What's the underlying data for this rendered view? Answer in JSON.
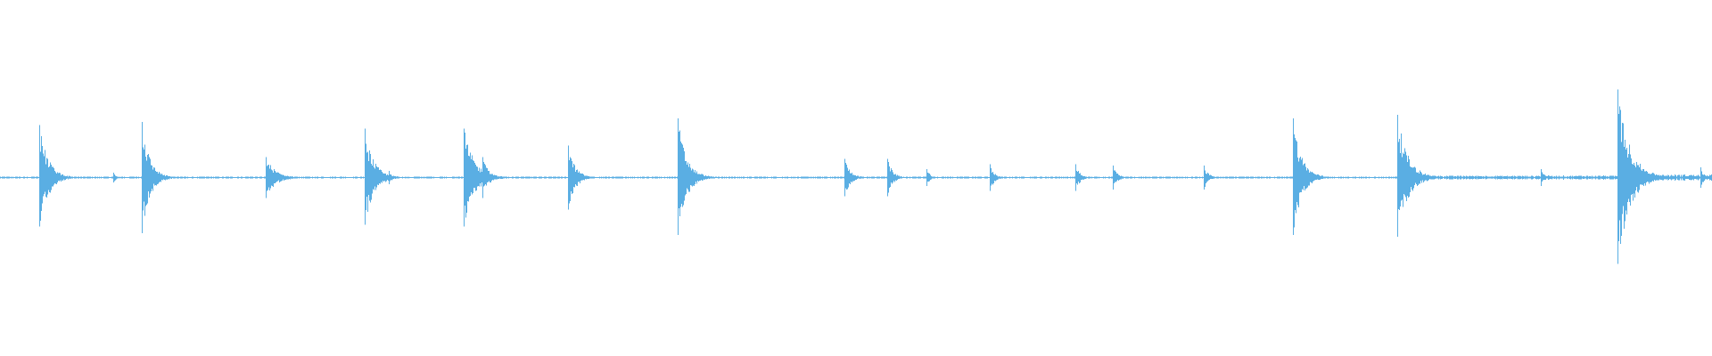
{
  "waveform": {
    "kind": "audio-waveform",
    "color": "#5aaee3",
    "background": "#ffffff",
    "baseline_amplitude": 0.006,
    "transients": [
      {
        "t": 0.023,
        "peak_up": 0.31,
        "peak_down": 0.29,
        "decay": 0.005
      },
      {
        "t": 0.029,
        "peak_up": 0.09,
        "peak_down": 0.09,
        "decay": 0.003
      },
      {
        "t": 0.066,
        "peak_up": 0.03,
        "peak_down": 0.03,
        "decay": 0.0015
      },
      {
        "t": 0.083,
        "peak_up": 0.33,
        "peak_down": 0.33,
        "decay": 0.0045
      },
      {
        "t": 0.155,
        "peak_up": 0.12,
        "peak_down": 0.12,
        "decay": 0.0055
      },
      {
        "t": 0.213,
        "peak_up": 0.29,
        "peak_down": 0.28,
        "decay": 0.005
      },
      {
        "t": 0.227,
        "peak_up": 0.04,
        "peak_down": 0.04,
        "decay": 0.002
      },
      {
        "t": 0.271,
        "peak_up": 0.29,
        "peak_down": 0.29,
        "decay": 0.006
      },
      {
        "t": 0.282,
        "peak_up": 0.12,
        "peak_down": 0.12,
        "decay": 0.0035
      },
      {
        "t": 0.332,
        "peak_up": 0.19,
        "peak_down": 0.19,
        "decay": 0.004
      },
      {
        "t": 0.396,
        "peak_up": 0.35,
        "peak_down": 0.34,
        "decay": 0.005
      },
      {
        "t": 0.493,
        "peak_up": 0.11,
        "peak_down": 0.11,
        "decay": 0.0035
      },
      {
        "t": 0.518,
        "peak_up": 0.11,
        "peak_down": 0.11,
        "decay": 0.003
      },
      {
        "t": 0.541,
        "peak_up": 0.05,
        "peak_down": 0.05,
        "decay": 0.002
      },
      {
        "t": 0.578,
        "peak_up": 0.08,
        "peak_down": 0.08,
        "decay": 0.0025
      },
      {
        "t": 0.628,
        "peak_up": 0.08,
        "peak_down": 0.08,
        "decay": 0.0025
      },
      {
        "t": 0.65,
        "peak_up": 0.07,
        "peak_down": 0.07,
        "decay": 0.0025
      },
      {
        "t": 0.703,
        "peak_up": 0.07,
        "peak_down": 0.07,
        "decay": 0.0025
      },
      {
        "t": 0.755,
        "peak_up": 0.35,
        "peak_down": 0.34,
        "decay": 0.005
      },
      {
        "t": 0.816,
        "peak_up": 0.37,
        "peak_down": 0.35,
        "decay": 0.006
      },
      {
        "t": 0.9,
        "peak_up": 0.05,
        "peak_down": 0.05,
        "decay": 0.002
      },
      {
        "t": 0.945,
        "peak_up": 0.52,
        "peak_down": 0.51,
        "decay": 0.007
      },
      {
        "t": 0.993,
        "peak_up": 0.06,
        "peak_down": 0.06,
        "decay": 0.002
      }
    ],
    "noise_regions": [
      {
        "start": 0.816,
        "end": 0.945,
        "amplitude": 0.012
      },
      {
        "start": 0.945,
        "end": 1.0,
        "amplitude": 0.018
      }
    ]
  }
}
